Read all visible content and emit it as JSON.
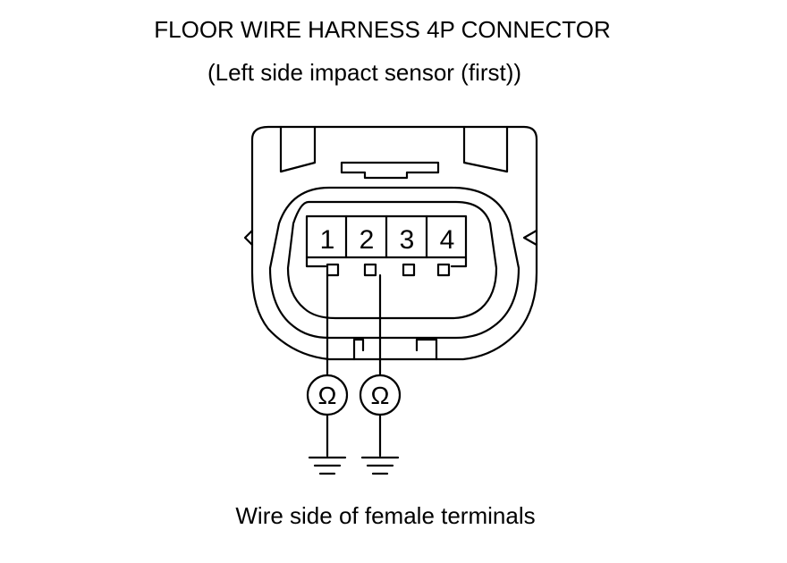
{
  "title": "FLOOR WIRE HARNESS 4P CONNECTOR",
  "subtitle": "(Left side impact sensor (first))",
  "caption": "Wire side of female terminals",
  "terminals": [
    "1",
    "2",
    "3",
    "4"
  ],
  "meter_symbol": "Ω"
}
